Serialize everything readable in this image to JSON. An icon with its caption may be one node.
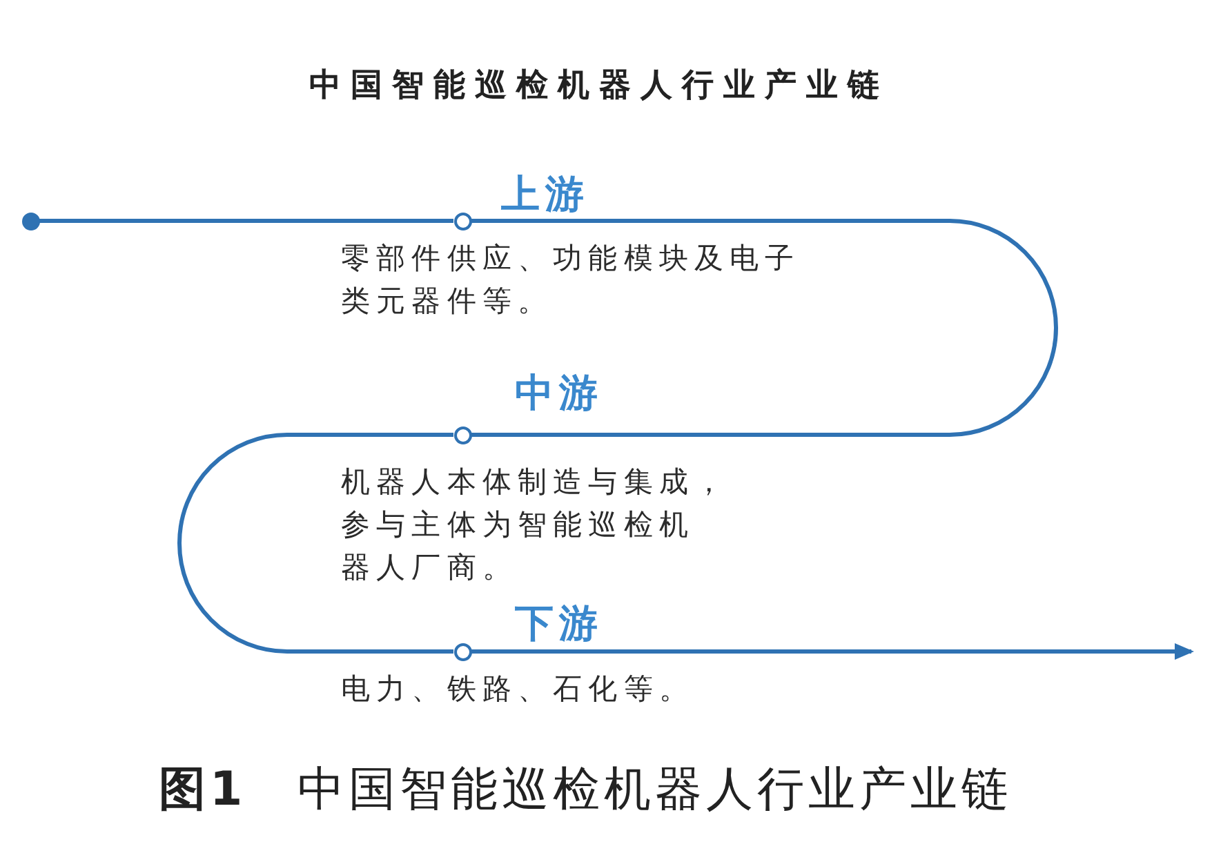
{
  "diagram": {
    "title": "中国智能巡检机器人行业产业链",
    "caption": "**图1**　中国智能巡检机器人行业产业链",
    "nodes": [
      {
        "text": [],
        "shape": "circle"
      },
      {
        "text": [],
        "shape": "circle",
        "beside": [
          "上游",
          "零部件供应、功能模块及电子类元器件等。"
        ]
      },
      {
        "text": [],
        "shape": "circle",
        "beside": [
          "中游",
          "机器人本体制造与集成，参与主体为智能巡检机器人厂商。"
        ]
      },
      {
        "text": [],
        "shape": "circle",
        "beside": [
          "下游",
          "电力、铁路、石化等。"
        ]
      }
    ],
    "edges": [
      {
        "from": 0,
        "to": 1,
        "arrow": "none"
      },
      {
        "from": 1,
        "to": 2,
        "arrow": "none"
      },
      {
        "from": 2,
        "to": 3,
        "arrow": "none"
      },
      {
        "from": 3,
        "to": null,
        "arrow": "to"
      }
    ]
  }
}
